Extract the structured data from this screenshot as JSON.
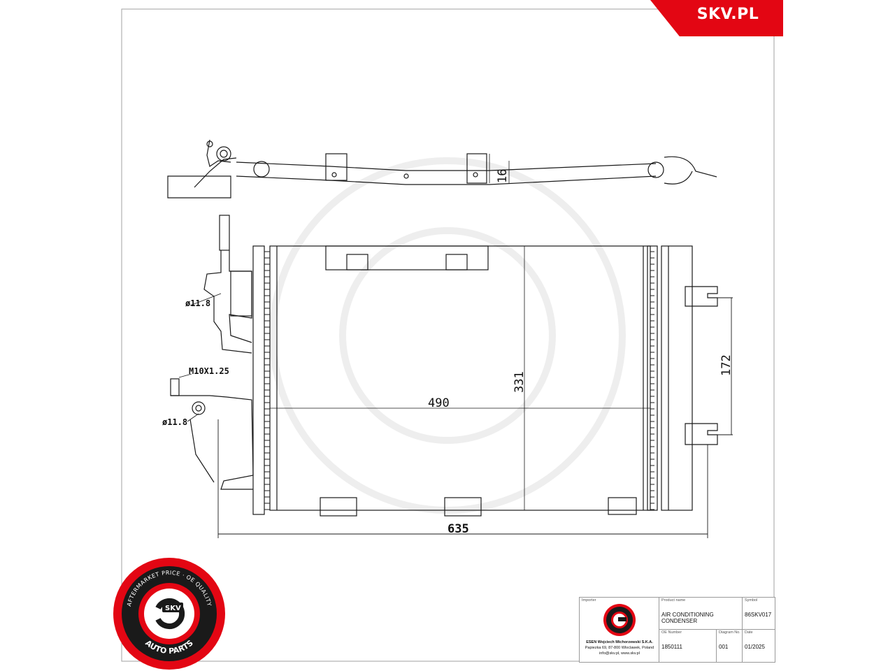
{
  "brand": {
    "site_label": "SKV.PL"
  },
  "dimensions": {
    "total_width": "635",
    "core_width": "490",
    "core_height": "331",
    "bracket_spacing": "172",
    "bracket_depth": "16",
    "pipe_diameter_top": "ø11.8",
    "pipe_diameter_bottom": "ø11.8",
    "thread": "M10X1.25"
  },
  "badge": {
    "ring_text": "AFTERMARKET PRICE · OE QUALITY",
    "bottom_text": "AUTO PARTS",
    "center_text": "SKV",
    "colors": {
      "red": "#e30613",
      "dark": "#1a1a1a"
    }
  },
  "title_block": {
    "importer_label": "Importer",
    "product_name_label": "Product name",
    "product_name": "AIR CONDITIONING CONDENSER",
    "symbol_label": "Symbol",
    "symbol": "86SKV017",
    "oe_number_label": "OE Number",
    "oe_number": "1850111",
    "diagram_no_label": "Diagram No.",
    "diagram_no": "001",
    "date_label": "Date",
    "date": "01/2025",
    "company_name": "ESEN Wojciech Michorzewski S.K.A.",
    "company_address": "Papiezka 69, 87-800 Wloclawek, Poland",
    "company_contact": "info@skv.pl, www.skv.pl"
  }
}
